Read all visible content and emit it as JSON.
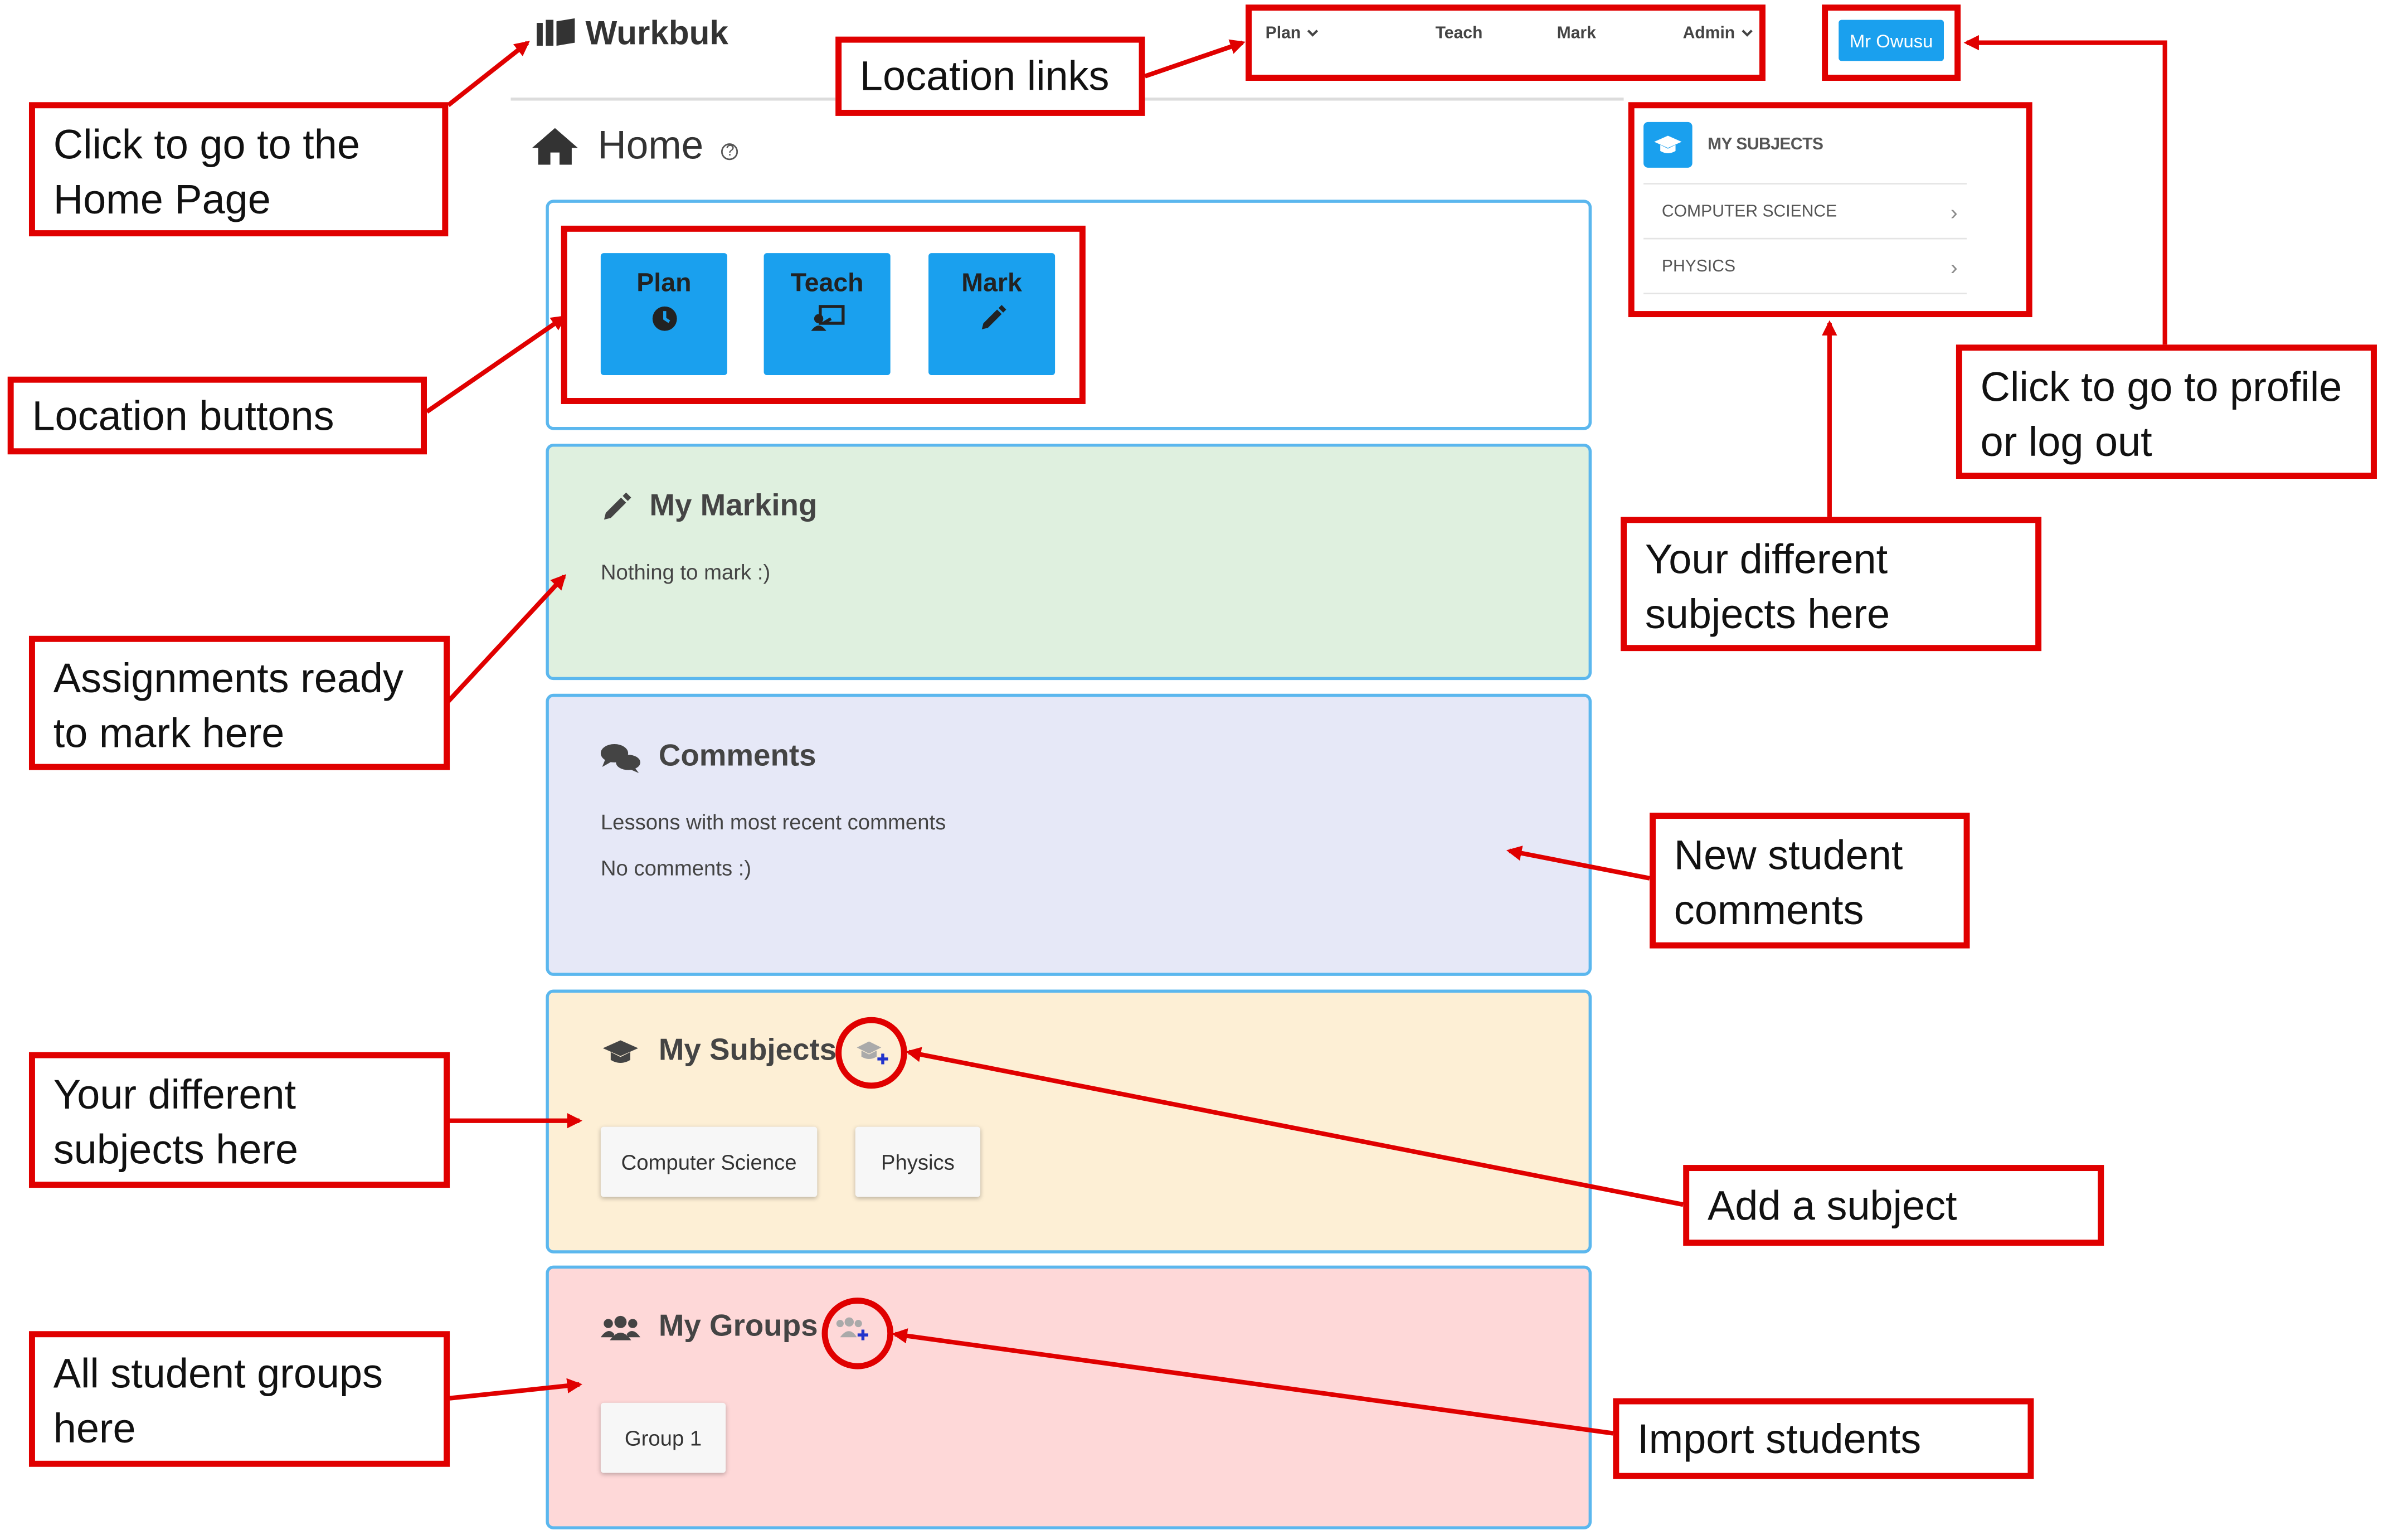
{
  "app": {
    "name": "Wurkbuk"
  },
  "nav": {
    "links": [
      {
        "label": "Plan",
        "dropdown": true
      },
      {
        "label": "Teach",
        "dropdown": false
      },
      {
        "label": "Mark",
        "dropdown": false
      },
      {
        "label": "Admin",
        "dropdown": true
      }
    ],
    "profile": "Mr Owusu"
  },
  "page": {
    "title": "Home",
    "help": "?"
  },
  "location_buttons": [
    {
      "label": "Plan",
      "icon": "clock-icon"
    },
    {
      "label": "Teach",
      "icon": "teacher-board-icon"
    },
    {
      "label": "Mark",
      "icon": "pencil-icon"
    }
  ],
  "marking": {
    "title": "My Marking",
    "empty": "Nothing to mark :)"
  },
  "comments": {
    "title": "Comments",
    "subtitle": "Lessons with most recent comments",
    "empty": "No comments :)"
  },
  "subjects": {
    "title": "My Subjects",
    "items": [
      "Computer Science",
      "Physics"
    ]
  },
  "groups": {
    "title": "My Groups",
    "items": [
      "Group 1"
    ]
  },
  "sidebar": {
    "title": "MY SUBJECTS",
    "items": [
      "COMPUTER SCIENCE",
      "PHYSICS"
    ]
  },
  "annotations": {
    "home_page": [
      "Click to go to the",
      "Home Page"
    ],
    "location_links": "Location links",
    "profile": [
      "Click to go to profile",
      "or log out"
    ],
    "location_buttons": "Location buttons",
    "sidebar_subjects": [
      "Your different",
      "subjects here"
    ],
    "marking": [
      "Assignments ready",
      "to mark here"
    ],
    "comments": [
      "New student",
      "comments"
    ],
    "subjects": [
      "Your different",
      "subjects here"
    ],
    "add_subject": "Add a subject",
    "groups": [
      "All student groups",
      "here"
    ],
    "import_students": "Import students"
  },
  "colors": {
    "accent": "#1aa0ee",
    "annotation": "#e00000",
    "marking_bg": "#dff0df",
    "comments_bg": "#e6e8f7",
    "subjects_bg": "#fdefd5",
    "groups_bg": "#fed8d8"
  }
}
